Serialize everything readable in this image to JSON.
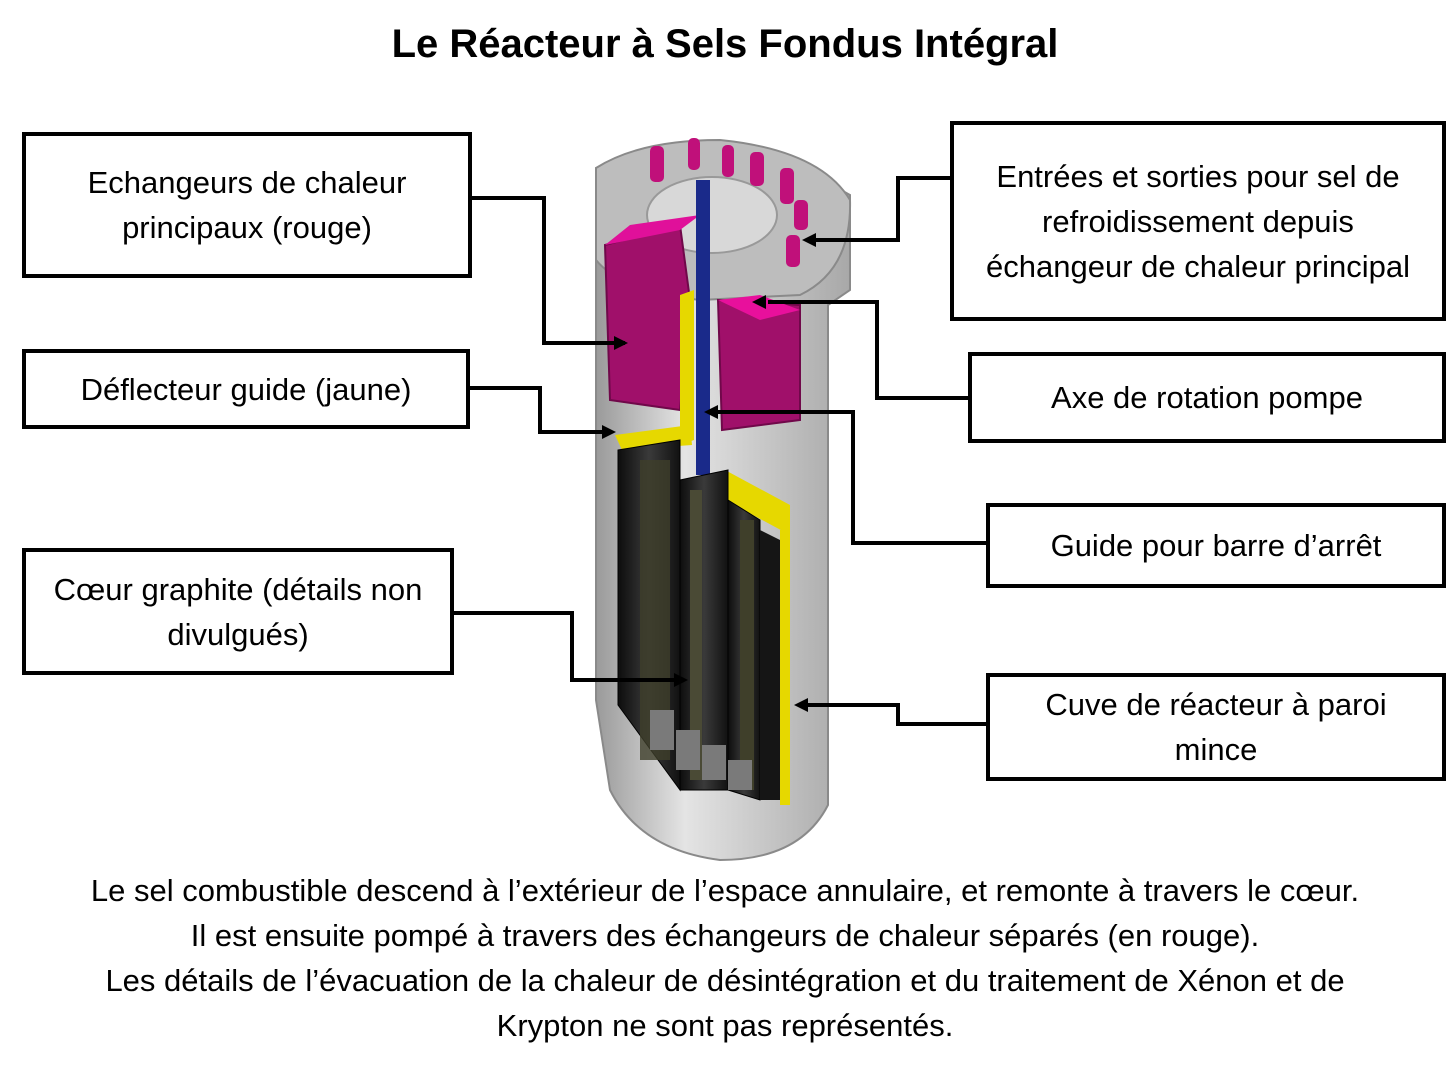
{
  "title": "Le Réacteur à Sels Fondus Intégral",
  "labels": {
    "heat_exchangers": "Echangeurs de chaleur principaux (rouge)",
    "deflector": "Déflecteur guide (jaune)",
    "graphite_core": "Cœur graphite (détails non divulgués)",
    "coolant_inlets": "Entrées et sorties pour sel de refroidissement depuis échangeur de chaleur principal",
    "pump_shaft": "Axe de rotation pompe",
    "shutdown_guide": "Guide pour barre d’arrêt",
    "vessel": "Cuve de réacteur à paroi mince"
  },
  "caption": [
    "Le sel combustible descend à l’extérieur de l’espace annulaire, et remonte à travers le cœur.",
    "Il est ensuite pompé à travers des échangeurs de chaleur séparés (en rouge).",
    "Les détails de l’évacuation de la chaleur de désintégration et du traitement de Xénon et de",
    "Krypton ne sont pas représentés."
  ],
  "colors": {
    "heat_exchanger": "#b0106a",
    "heat_exchanger_top": "#e0109a",
    "deflector": "#e6d800",
    "pump_shaft": "#1a2a8a",
    "graphite": "#1a1a1a",
    "vessel": "#c8c8c8"
  }
}
